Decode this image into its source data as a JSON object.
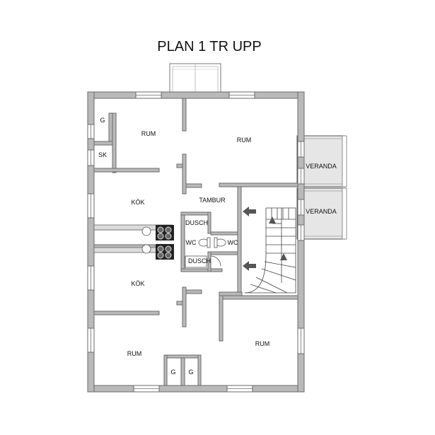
{
  "plan": {
    "title": "PLAN 1 TR UPP",
    "rooms": {
      "g_top": "G",
      "sk": "SK",
      "rum_top_left": "RUM",
      "rum_top_right": "RUM",
      "kok_upper": "KÖK",
      "tambur": "TAMBUR",
      "dusch_upper": "DUSCH",
      "wc_left": "WC",
      "wc_right": "WC",
      "dusch_lower": "DUSCH",
      "kok_lower": "KÖK",
      "rum_bottom_left": "RUM",
      "rum_bottom_right": "RUM",
      "g_bottom_1": "G",
      "g_bottom_2": "G",
      "veranda_upper": "VERANDA",
      "veranda_lower": "VERANDA"
    }
  }
}
